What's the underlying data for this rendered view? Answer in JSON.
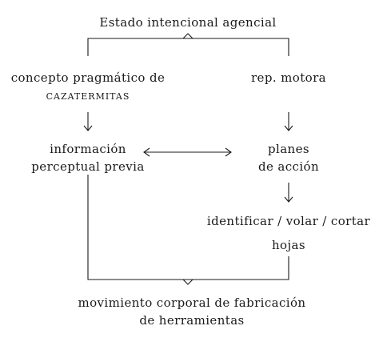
{
  "diagram": {
    "top_node": "Estado intencional agencial",
    "left_node": {
      "line1": "concepto pragmático de",
      "line2": "cazatermitas"
    },
    "right_node": "rep. motora",
    "info_node": {
      "line1": "información",
      "line2": "perceptual previa"
    },
    "plans_node": {
      "line1": "planes",
      "line2": "de acción"
    },
    "action_node": {
      "line1": "identificar / volar / cortar",
      "line2": "hojas"
    },
    "bottom_node": {
      "line1": "movimiento corporal de fabricación",
      "line2": "de herramientas"
    },
    "colors": {
      "ink": "#1a1a1a",
      "background": "#ffffff"
    }
  }
}
